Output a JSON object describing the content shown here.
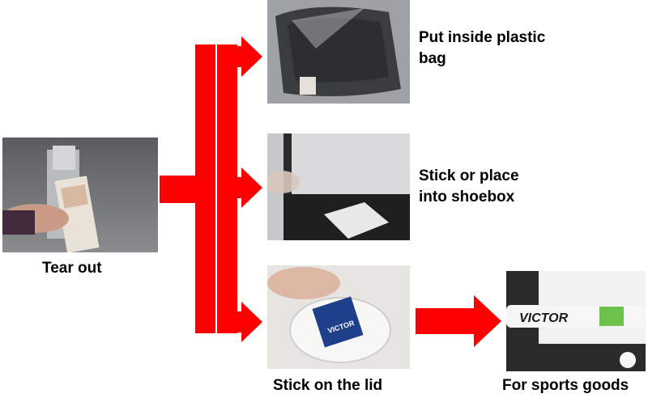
{
  "diagram": {
    "source_step": {
      "label": "Tear out",
      "photo": "hand-tearing-sachet-from-dispenser"
    },
    "branches": [
      {
        "id": "bag",
        "label_lines": [
          "Put inside plastic",
          "bag"
        ],
        "photo": "item-inside-plastic-bag"
      },
      {
        "id": "shoebox",
        "label_lines": [
          "Stick or place",
          "into shoebox"
        ],
        "photo": "sachet-in-shoebox"
      },
      {
        "id": "lid",
        "label_lines": [
          "Stick on the lid"
        ],
        "photo": "hand-sticking-sachet-on-lid"
      }
    ],
    "result_step": {
      "label": "For sports goods",
      "photo": "shuttlecock-tube",
      "brand_text": "VICTOR"
    },
    "arrow_color": "#ff0000"
  }
}
